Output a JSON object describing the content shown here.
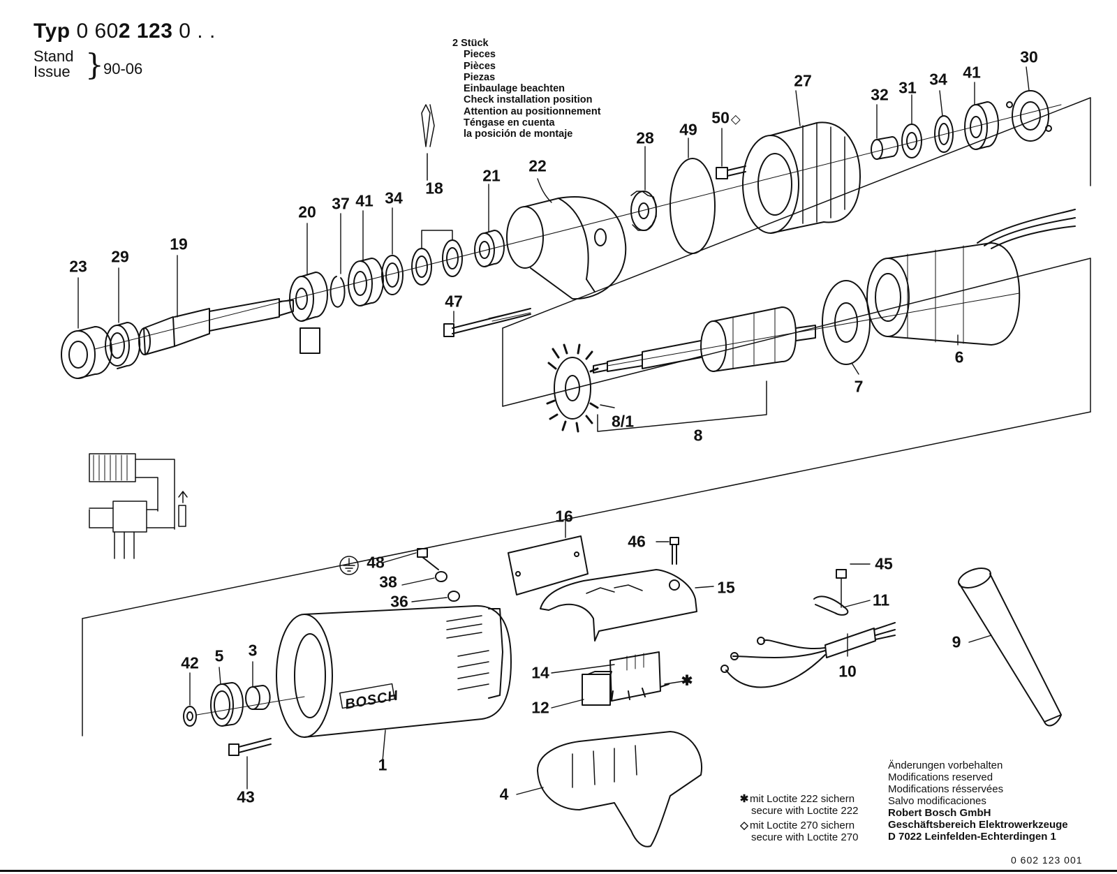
{
  "header": {
    "typ_label": "Typ",
    "typ_number_light": "0 60",
    "typ_number_bold": "2 123",
    "typ_suffix": "0 . .",
    "stand_label": "Stand",
    "issue_label": "Issue",
    "issue_value": "90-06"
  },
  "install_note": {
    "count": "2 Stück",
    "lines": [
      "Pieces",
      "Pièces",
      "Piezas",
      "Einbaulage beachten",
      "Check installation position",
      "Attention au positionnement",
      "Téngase en cuenta",
      "la posición de montaje"
    ]
  },
  "part_labels": [
    "23",
    "29",
    "19",
    "20",
    "37",
    "41",
    "34",
    "18",
    "21",
    "22",
    "47",
    "28",
    "49",
    "50",
    "27",
    "32",
    "31",
    "34",
    "41",
    "30",
    "6",
    "7",
    "8",
    "8/1",
    "16",
    "46",
    "48",
    "38",
    "36",
    "15",
    "45",
    "11",
    "10",
    "9",
    "14",
    "12",
    "42",
    "5",
    "3",
    "1",
    "43",
    "4"
  ],
  "legend": {
    "star_symbol": "✱",
    "star_line1": "mit Loctite 222 sichern",
    "star_line2": "secure with Loctite 222",
    "diamond_symbol": "◇",
    "diamond_line1": "mit Loctite 270 sichern",
    "diamond_line2": "secure with Loctite 270"
  },
  "modifications": {
    "lines": [
      "Änderungen vorbehalten",
      "Modifications reserved",
      "Modifications résservées",
      "Salvo modificaciones"
    ],
    "company": [
      "Robert Bosch GmbH",
      "Geschäftsbereich Elektrowerkzeuge",
      "D 7022 Leinfelden-Echterdingen 1"
    ]
  },
  "brand_text": "BOSCH",
  "document_number": "0 602 123 001",
  "markers": {
    "diamond": "◇",
    "star": "✱"
  }
}
